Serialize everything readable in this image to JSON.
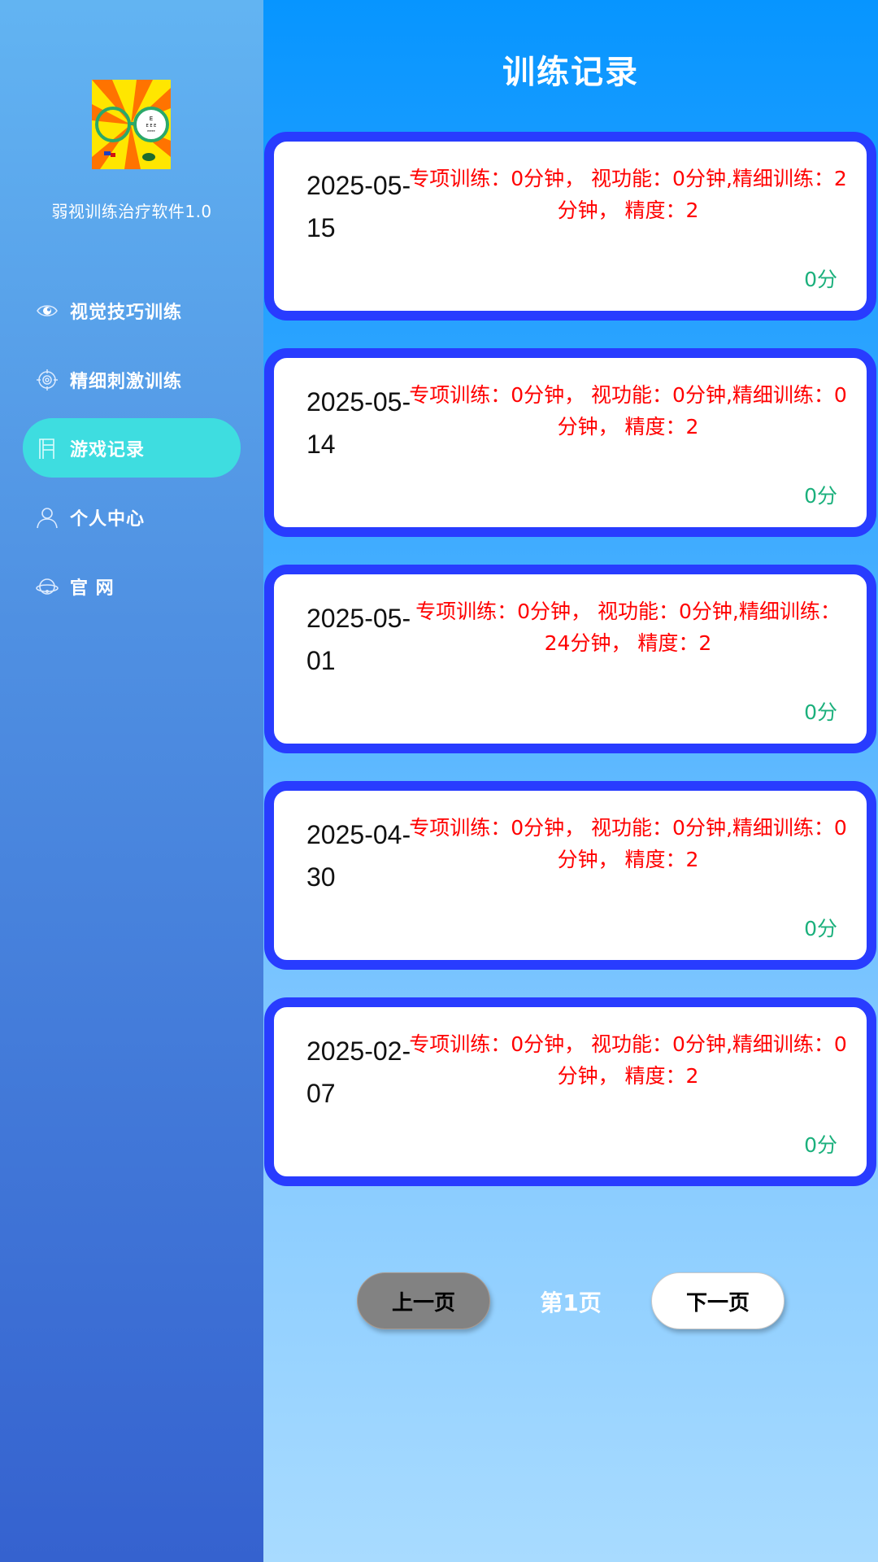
{
  "sidebar": {
    "app_name": "弱视训练治疗软件1.0",
    "items": [
      {
        "label": "视觉技巧训练",
        "icon": "eye-icon",
        "active": false
      },
      {
        "label": "精细刺激训练",
        "icon": "target-icon",
        "active": false
      },
      {
        "label": "游戏记录",
        "icon": "record-icon",
        "active": true
      },
      {
        "label": "个人中心",
        "icon": "user-icon",
        "active": false
      },
      {
        "label": "官 网",
        "icon": "planet-icon",
        "active": false
      }
    ],
    "active_color": "#3edde0"
  },
  "main": {
    "title": "训练记录",
    "records": [
      {
        "date": "2025-05-15",
        "detail": "专项训练：0分钟， 视功能：0分钟,精细训练：2分钟， 精度：2",
        "score": "0分"
      },
      {
        "date": "2025-05-14",
        "detail": "专项训练：0分钟， 视功能：0分钟,精细训练：0分钟， 精度：2",
        "score": "0分"
      },
      {
        "date": "2025-05-01",
        "detail": "专项训练：0分钟， 视功能：0分钟,精细训练：24分钟， 精度：2",
        "score": "0分"
      },
      {
        "date": "2025-04-30",
        "detail": "专项训练：0分钟， 视功能：0分钟,精细训练：0分钟， 精度：2",
        "score": "0分"
      },
      {
        "date": "2025-02-07",
        "detail": "专项训练：0分钟， 视功能：0分钟,精细训练：0分钟， 精度：2",
        "score": "0分"
      }
    ],
    "colors": {
      "card_border": "#283cff",
      "detail_text": "#ff0000",
      "score_text": "#1bb07c"
    }
  },
  "pagination": {
    "prev_label": "上一页",
    "page_label": "第1页",
    "next_label": "下一页"
  }
}
